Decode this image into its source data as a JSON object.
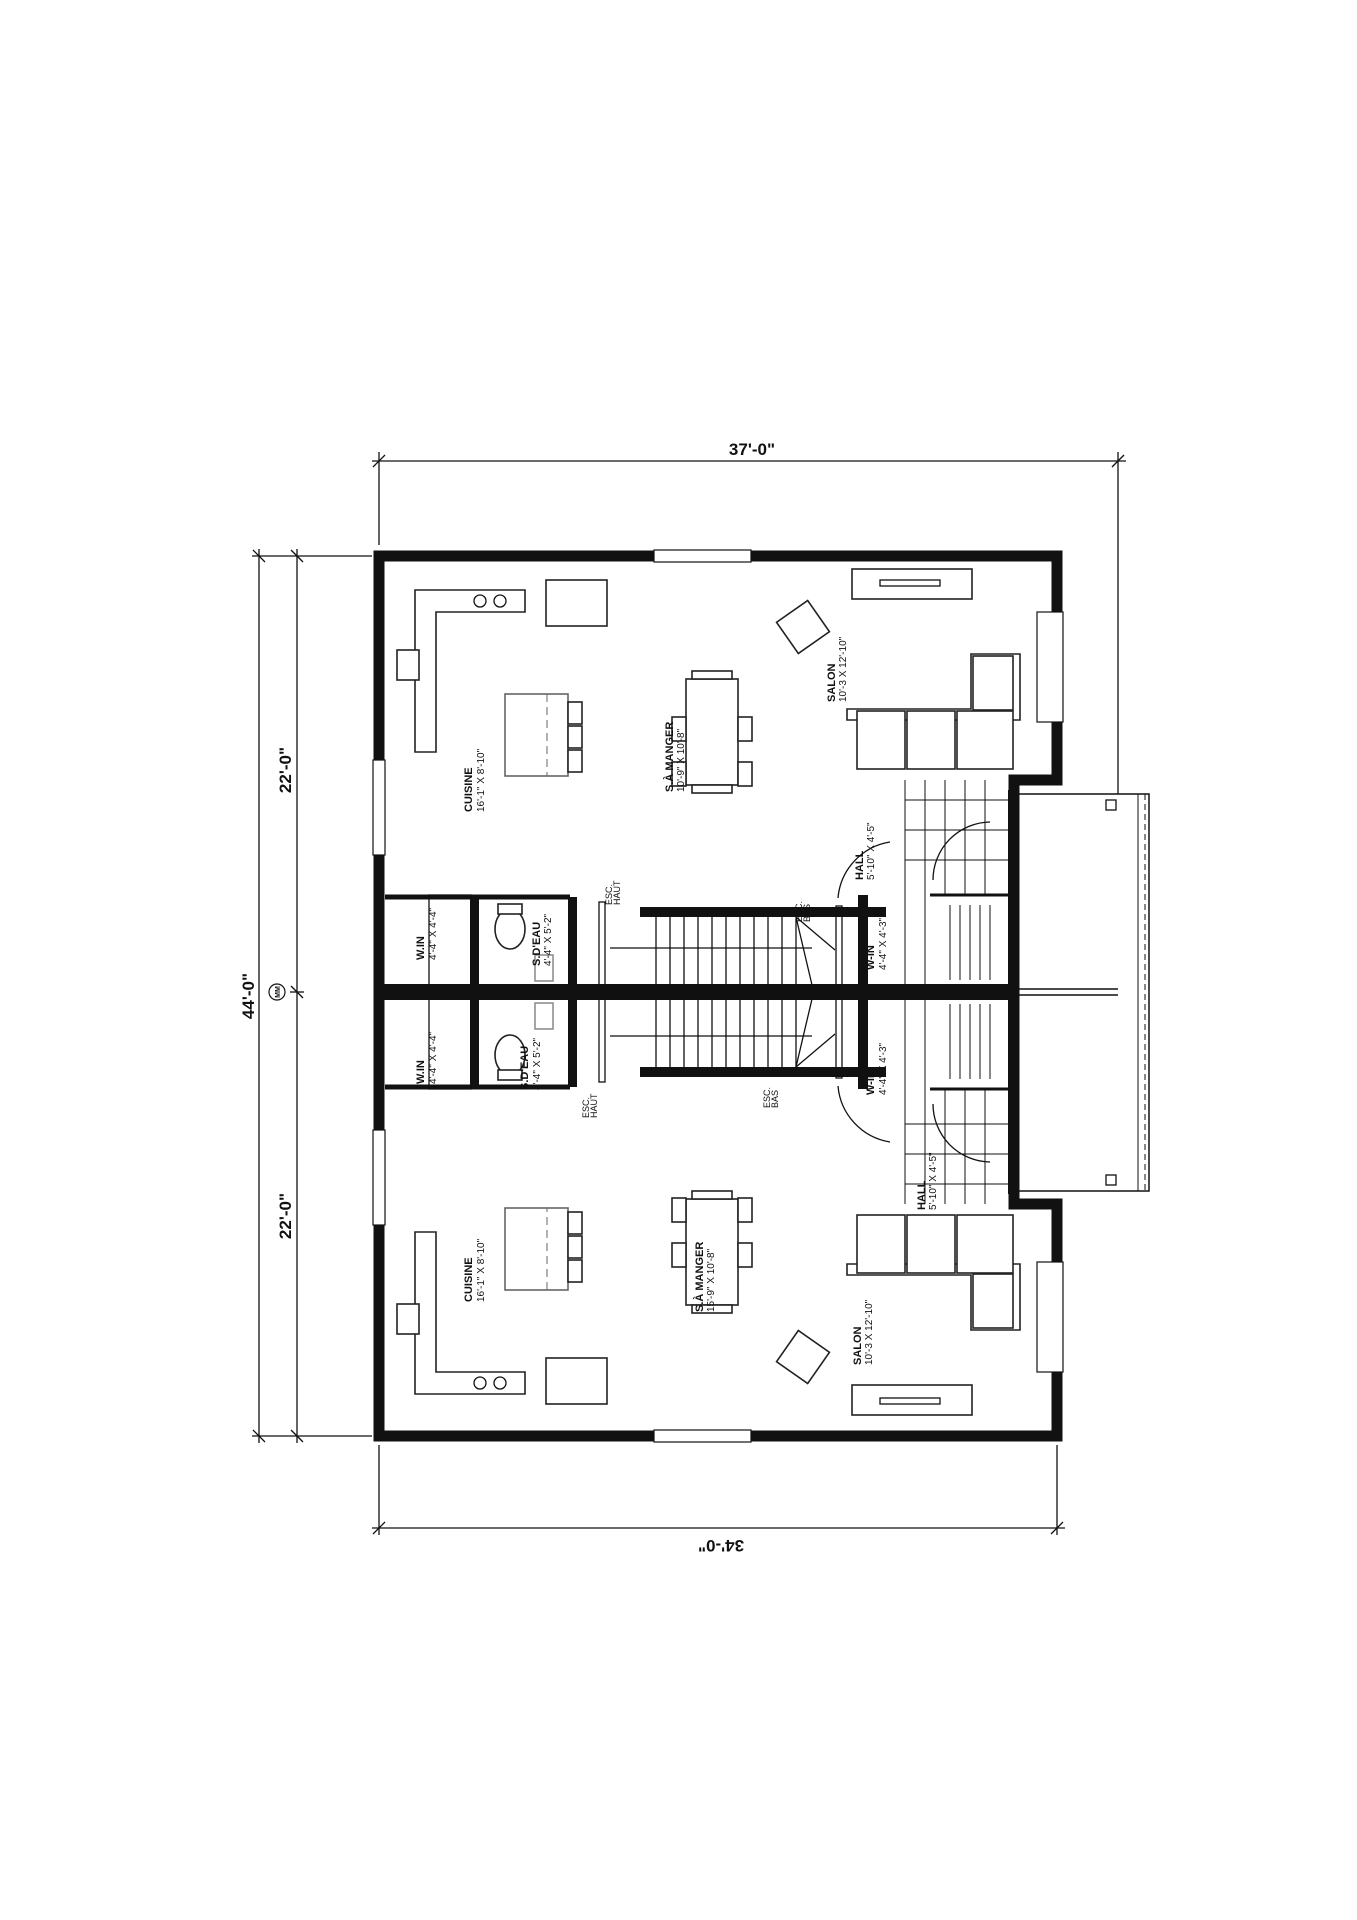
{
  "dimensions": {
    "top": "37'-0\"",
    "bottom": "34'-0\"",
    "left_total": "44'-0\"",
    "left_upper": "22'-0\"",
    "left_lower": "22'-0\""
  },
  "party_wall_tag": "MM",
  "units": [
    {
      "cuisine": {
        "name": "CUISINE",
        "size": "16'-1\" X 8'-10\""
      },
      "salle_a_manger": {
        "name": "S.À MANGER",
        "size": "10'-9\" X 10'-8\""
      },
      "salon": {
        "name": "SALON",
        "size": "10'-3 X 12'-10\""
      },
      "hall": {
        "name": "HALL",
        "size": "5'-10\" X 4'-5\""
      },
      "walkin_left": {
        "name": "W.IN",
        "size": "4'-4\" X 4'-4\""
      },
      "salle_d_eau": {
        "name": "S.D'EAU",
        "size": "4'-4\" X 5'-2\""
      },
      "walkin_right": {
        "name": "W-IN",
        "size": "4'-4\" X 4'-3\""
      },
      "esc_haut": [
        "ESC.",
        "HAUT"
      ],
      "esc_bas": [
        "ESC.",
        "BAS"
      ]
    },
    {
      "cuisine": {
        "name": "CUISINE",
        "size": "16'-1\" X 8'-10\""
      },
      "salle_a_manger": {
        "name": "S.À MANGER",
        "size": "15'-9\" X 10'-8\""
      },
      "salon": {
        "name": "SALON",
        "size": "10'-3 X 12'-10\""
      },
      "hall": {
        "name": "HALL",
        "size": "5'-10\" X 4'-5\""
      },
      "walkin_left": {
        "name": "W.IN",
        "size": "4'-4\" X 4'-4\""
      },
      "salle_d_eau": {
        "name": "S.D'EAU",
        "size": "4'-4\" X 5'-2\""
      },
      "walkin_right": {
        "name": "W-IN",
        "size": "4'-4\" X 4'-3\""
      },
      "esc_haut": [
        "ESC.",
        "HAUT"
      ],
      "esc_bas": [
        "ESC.",
        "BAS"
      ]
    }
  ]
}
